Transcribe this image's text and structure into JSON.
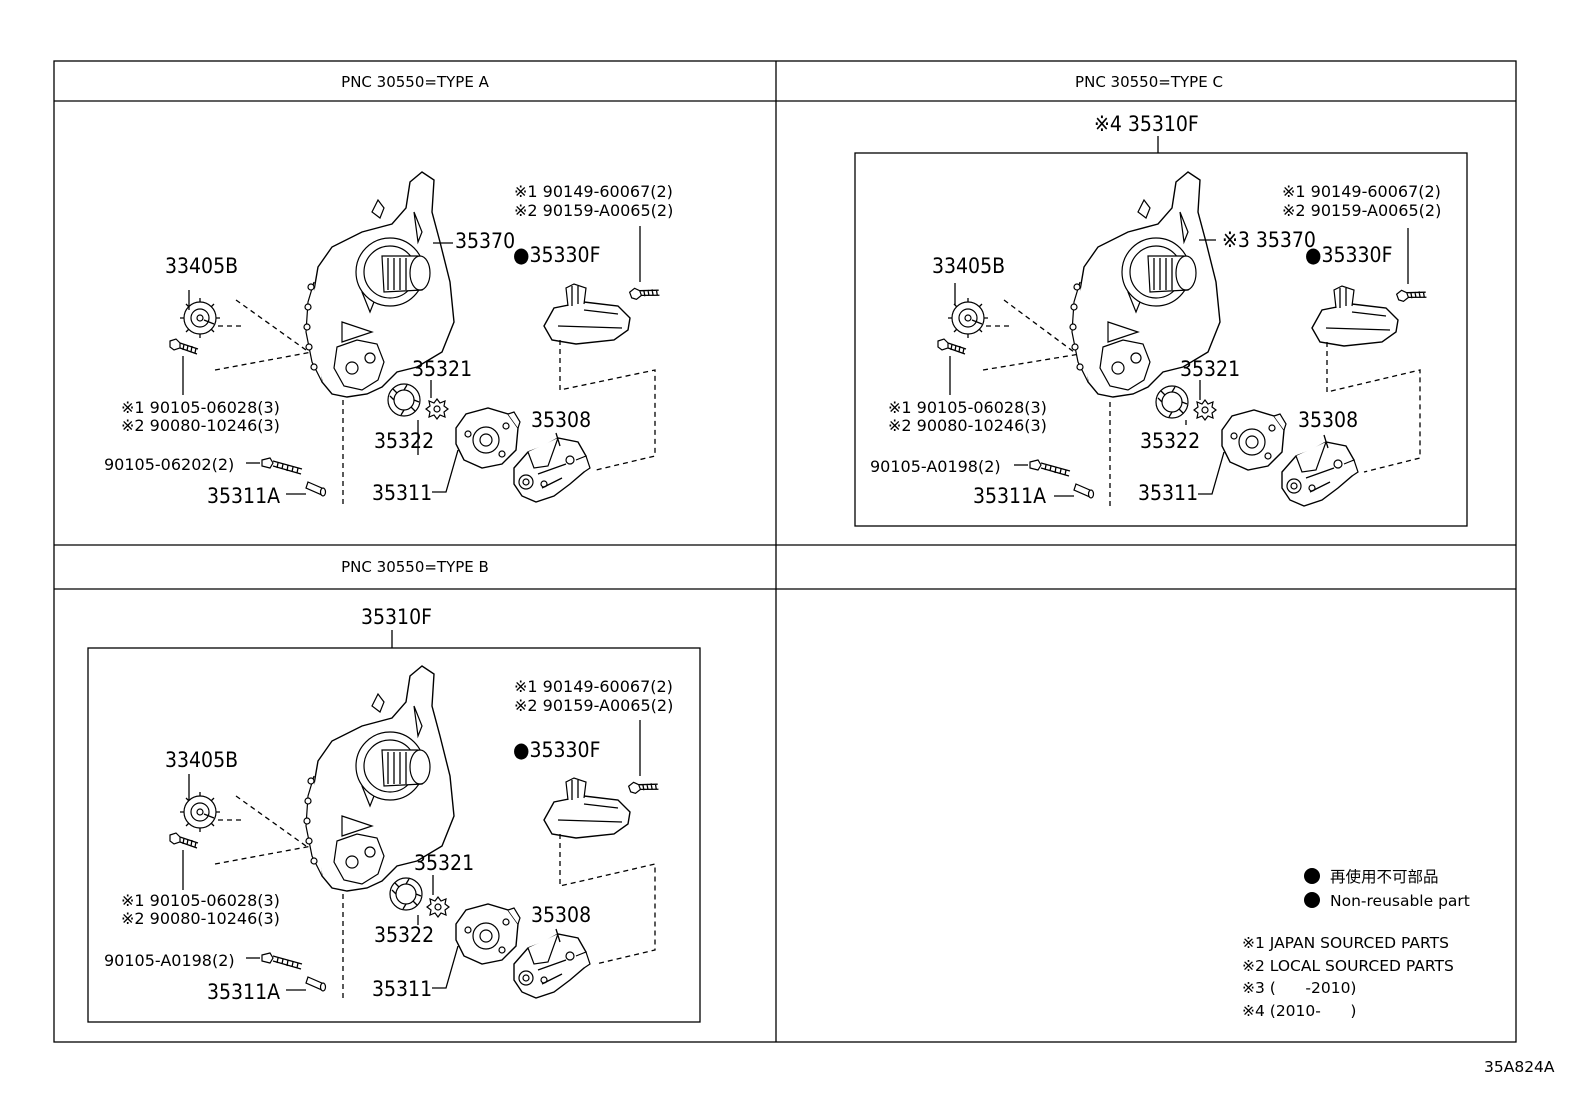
{
  "panels": {
    "type_a": {
      "header": "PNC 30550=TYPE A"
    },
    "type_c": {
      "header": "PNC 30550=TYPE C",
      "assembly": "※4 35310F"
    },
    "type_b": {
      "header": "PNC 30550=TYPE B",
      "assembly": "35310F"
    }
  },
  "labels_a": {
    "p35370": "35370",
    "p35330f": "●35330F",
    "p33405b": "33405B",
    "bolt1": "※1 90149-60067(2)",
    "bolt2": "※2 90159-A0065(2)",
    "p35321": "35321",
    "p35322": "35322",
    "p35308": "35308",
    "p35311": "35311",
    "p35311a": "35311A",
    "screw1": "※1 90105-06028(3)",
    "screw2": "※2 90080-10246(3)",
    "stud": "90105-06202(2)"
  },
  "labels_c": {
    "p35370": "※3 35370",
    "p35330f": "●35330F",
    "p33405b": "33405B",
    "bolt1": "※1 90149-60067(2)",
    "bolt2": "※2 90159-A0065(2)",
    "p35321": "35321",
    "p35322": "35322",
    "p35308": "35308",
    "p35311": "35311",
    "p35311a": "35311A",
    "screw1": "※1 90105-06028(3)",
    "screw2": "※2 90080-10246(3)",
    "stud": "90105-A0198(2)"
  },
  "labels_b": {
    "p35330f": "●35330F",
    "p33405b": "33405B",
    "bolt1": "※1 90149-60067(2)",
    "bolt2": "※2 90159-A0065(2)",
    "p35321": "35321",
    "p35322": "35322",
    "p35308": "35308",
    "p35311": "35311",
    "p35311a": "35311A",
    "screw1": "※1 90105-06028(3)",
    "screw2": "※2 90080-10246(3)",
    "stud": "90105-A0198(2)"
  },
  "legend": {
    "nonreuse_jp": "再使用不可部品",
    "nonreuse_en": "Non-reusable part",
    "note1": "※1 JAPAN SOURCED PARTS",
    "note2": "※2 LOCAL SOURCED PARTS",
    "note3": "※3 (      -2010)",
    "note4": "※4 (2010-      )"
  },
  "diagram_code": "35A824A"
}
